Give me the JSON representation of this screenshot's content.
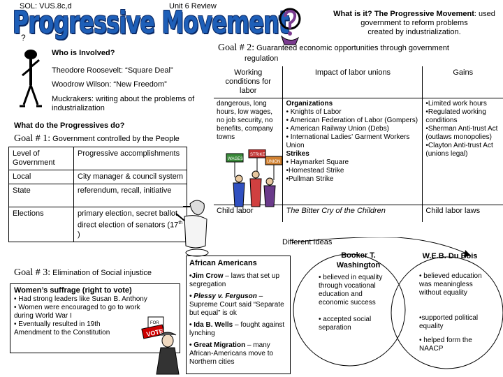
{
  "header": {
    "sol": "SOL: VUS.8c,d",
    "unit": "Unit 6 Review",
    "title": "Progressive Movement",
    "what_label": "What is it?  The Progressive Movement",
    "what_text_1": ": used government to reform problems",
    "what_text_2": "created by industrialization."
  },
  "left": {
    "who_label": "Who is Involved?",
    "people": [
      "Theodore Roosevelt: “Square Deal”",
      "Woodrow Wilson: “New Freedom”",
      "Muckrakers:  writing about the problems of",
      "industrialization"
    ],
    "what_do_label": "What do the Progressives do?",
    "goal1_prefix": "Goal # 1:",
    "goal1_text": " Government controlled by the People",
    "gov_table": {
      "headers": [
        "Level of Government",
        "Progressive accomplishments"
      ],
      "rows": [
        [
          "Local",
          "City manager & council system"
        ],
        [
          "State",
          "referendum, recall, initiative"
        ],
        [
          "Elections",
          "primary election, secret ballot, direct election of senators (17"
        ]
      ],
      "sup": "th",
      "close": " )"
    },
    "goal3_prefix": "Goal # 3:",
    "goal3_text": " Elimination of Social injustice",
    "suffrage": {
      "title": "Women’s suffrage (right to vote)",
      "items": [
        "• Had strong leaders like Susan B. Anthony",
        "• Women were encouraged to go to work",
        "during World War I",
        "• Eventually resulted in 19th",
        "Amendment to the Constitution"
      ]
    }
  },
  "goal2": {
    "prefix": "Goal # 2:",
    "text": " Guaranteed economic opportunities through government",
    "text2": "regulation"
  },
  "labor": {
    "headers": [
      "Working conditions for labor",
      "Impact of labor unions",
      "Gains"
    ],
    "conditions": "dangerous, long hours, low wages, no job security, no benefits, company towns",
    "orgs_title": "Organizations",
    "orgs": [
      "• Knights of Labor",
      "• American Federation of Labor (Gompers)",
      "• American Railway Union (Debs)",
      "• International Ladies’ Garment Workers Union"
    ],
    "strikes_title": "Strikes",
    "strikes": [
      "• Haymarket Square",
      "•Homestead Strike",
      "•Pullman Strike"
    ],
    "gains": [
      "•Limited work hours",
      "•Regulated working conditions",
      "•Sherman Anti-trust Act (outlaws monopolies)",
      "•Clayton Anti-trust Act (unions legal)"
    ],
    "row2": [
      "Child labor",
      "The Bitter Cry of the Children",
      "Child labor laws"
    ]
  },
  "african_americans": {
    "title": "African Americans",
    "items": [
      {
        "b": "•Jim Crow",
        "t": " – laws that set up segregation"
      },
      {
        "b": "• Plessy v. Ferguson",
        "t": " – Supreme Court said “Separate but equal” is ok"
      },
      {
        "b": "• Ida B. Wells",
        "t": " – fought against lynching"
      },
      {
        "b": "• Great Migration",
        "t": " – many African-Americans move to Northern cities"
      }
    ]
  },
  "venn": {
    "label": "Different Ideas",
    "left_name": "Booker T. Washington",
    "left_items": [
      "• believed in equality through vocational education and economic success",
      "• accepted social separation"
    ],
    "right_name": "W.E.B. Du Bois",
    "right_items": [
      "• believed education was meaningless without equality",
      "•supported political equality",
      "• helped form the NAACP"
    ]
  },
  "illustration_signs": [
    "WAGES",
    "STRIKE",
    "UNION"
  ],
  "suffrage_sign": "VOTE",
  "colors": {
    "title_blue": "#1e5fb8",
    "title_outline": "#0b2a66",
    "question_mark_purple": "#7a3b8f"
  }
}
